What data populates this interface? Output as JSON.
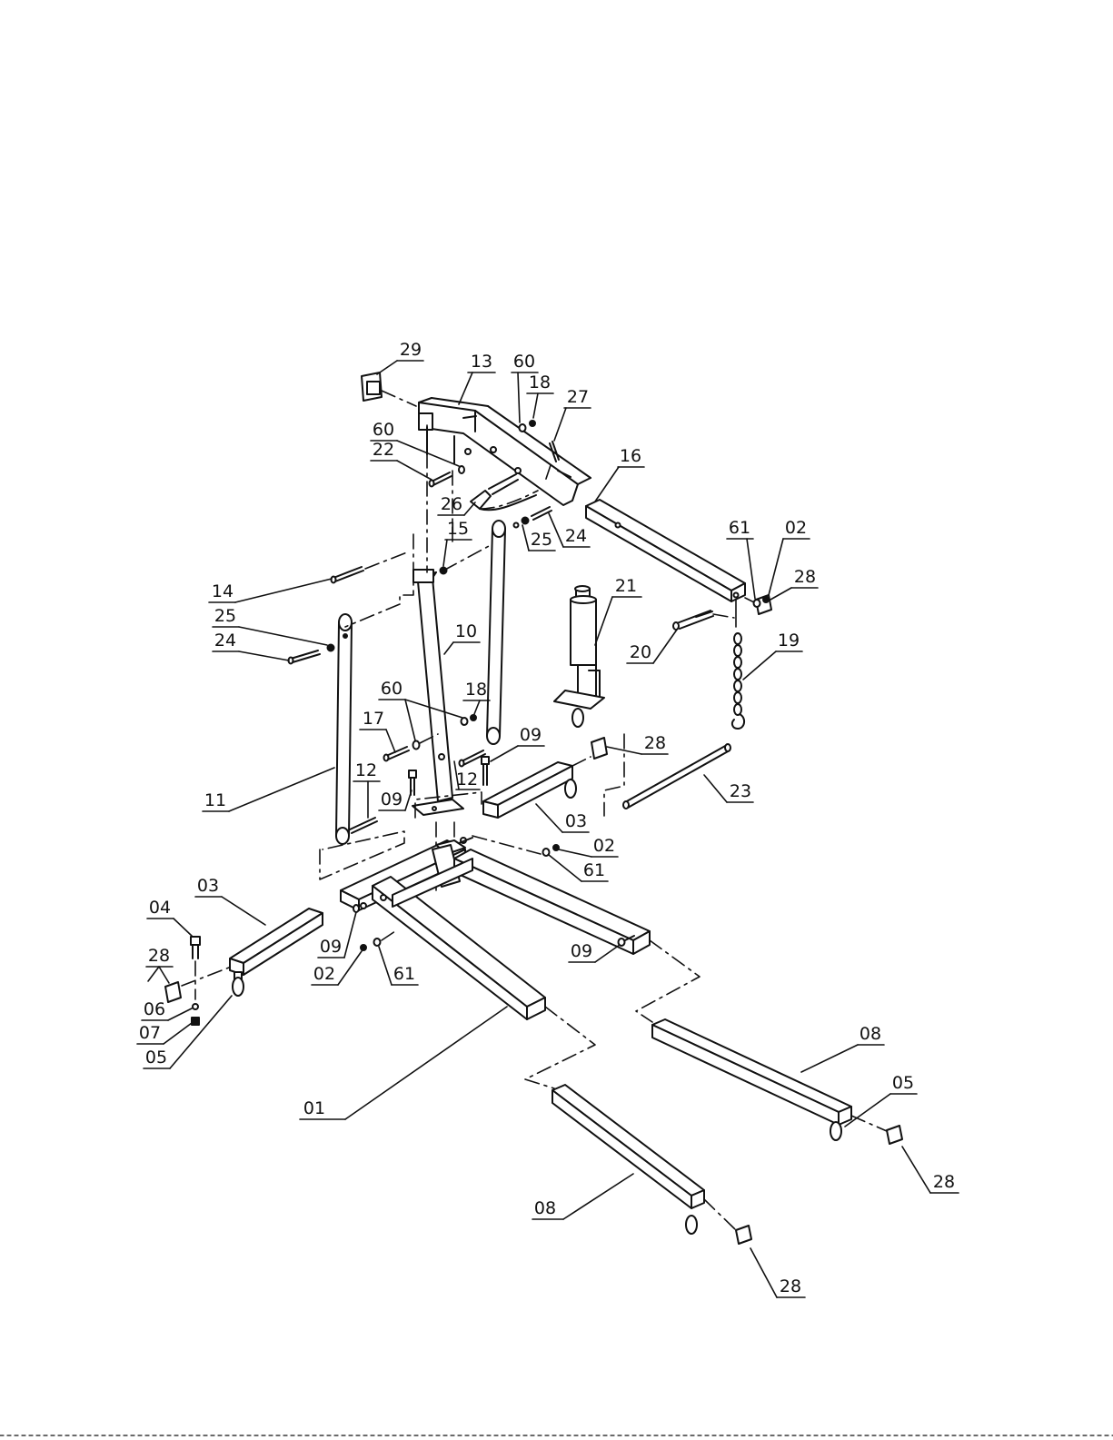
{
  "diagram": {
    "parts": [
      {
        "key": "p29",
        "label": "29"
      },
      {
        "key": "p13",
        "label": "13"
      },
      {
        "key": "p60a",
        "label": "60"
      },
      {
        "key": "p18a",
        "label": "18"
      },
      {
        "key": "p27",
        "label": "27"
      },
      {
        "key": "p60b",
        "label": "60"
      },
      {
        "key": "p22",
        "label": "22"
      },
      {
        "key": "p16",
        "label": "16"
      },
      {
        "key": "p26",
        "label": "26"
      },
      {
        "key": "p25a",
        "label": "25"
      },
      {
        "key": "p24a",
        "label": "24"
      },
      {
        "key": "p15",
        "label": "15"
      },
      {
        "key": "p61a",
        "label": "61"
      },
      {
        "key": "p02a",
        "label": "02"
      },
      {
        "key": "p28a",
        "label": "28"
      },
      {
        "key": "p14",
        "label": "14"
      },
      {
        "key": "p21",
        "label": "21"
      },
      {
        "key": "p25b",
        "label": "25"
      },
      {
        "key": "p24b",
        "label": "24"
      },
      {
        "key": "p10",
        "label": "10"
      },
      {
        "key": "p20",
        "label": "20"
      },
      {
        "key": "p19",
        "label": "19"
      },
      {
        "key": "p60c",
        "label": "60"
      },
      {
        "key": "p18b",
        "label": "18"
      },
      {
        "key": "p17",
        "label": "17"
      },
      {
        "key": "p09a",
        "label": "09"
      },
      {
        "key": "p28b",
        "label": "28"
      },
      {
        "key": "p12a",
        "label": "12"
      },
      {
        "key": "p12b",
        "label": "12"
      },
      {
        "key": "p11",
        "label": "11"
      },
      {
        "key": "p09b",
        "label": "09"
      },
      {
        "key": "p23",
        "label": "23"
      },
      {
        "key": "p03a",
        "label": "03"
      },
      {
        "key": "p02b",
        "label": "02"
      },
      {
        "key": "p61b",
        "label": "61"
      },
      {
        "key": "p03b",
        "label": "03"
      },
      {
        "key": "p04",
        "label": "04"
      },
      {
        "key": "p28c",
        "label": "28"
      },
      {
        "key": "p09c",
        "label": "09"
      },
      {
        "key": "p02c",
        "label": "02"
      },
      {
        "key": "p61c",
        "label": "61"
      },
      {
        "key": "p09d",
        "label": "09"
      },
      {
        "key": "p06",
        "label": "06"
      },
      {
        "key": "p07",
        "label": "07"
      },
      {
        "key": "p05a",
        "label": "05"
      },
      {
        "key": "p08a",
        "label": "08"
      },
      {
        "key": "p05b",
        "label": "05"
      },
      {
        "key": "p01",
        "label": "01"
      },
      {
        "key": "p28d",
        "label": "28"
      },
      {
        "key": "p08b",
        "label": "08"
      },
      {
        "key": "p28e",
        "label": "28"
      }
    ]
  }
}
